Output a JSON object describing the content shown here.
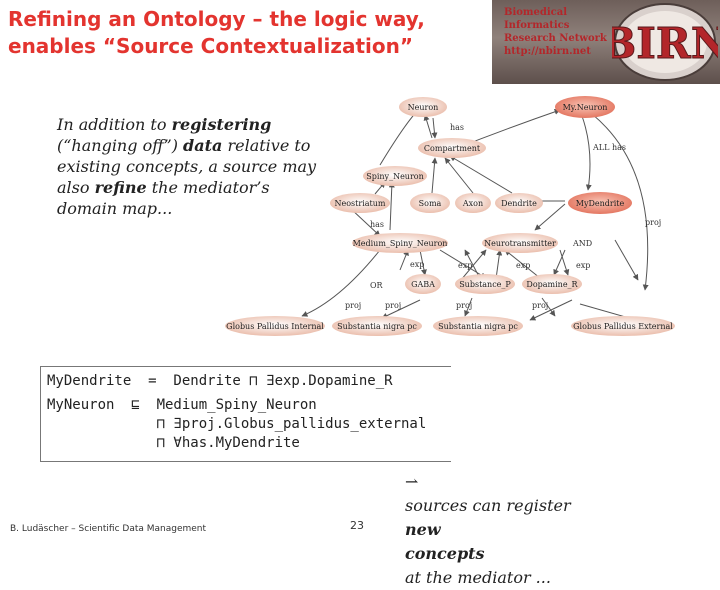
{
  "title": {
    "line1": "Refining an Ontology – the logic way,",
    "line2": "enables “Source Contextualization”"
  },
  "branding": {
    "line1": "Biomedical",
    "line2": "Informatics",
    "line3": "Research Network",
    "url": "http://nbirn.net",
    "logo_text": "BIRN"
  },
  "intro": {
    "p1": "In addition to",
    "p2": "registering",
    "p3": "(“hanging off”)",
    "p4": "data",
    "p5": "relative to existing concepts, a source may also",
    "p6": "refine",
    "p7": "the mediator’s domain map..."
  },
  "diagram": {
    "nodes": {
      "neuron": "Neuron",
      "my_neuron": "My.Neuron",
      "compartment": "Compartment",
      "spiny_neuron": "Spiny_Neuron",
      "neostriatum": "Neostriatum",
      "soma": "Soma",
      "axon": "Axon",
      "dendrite": "Dendrite",
      "my_dendrite": "MyDendrite",
      "medium_spiny_neuron": "Medium_Spiny_Neuron",
      "neurotransmitter": "Neurotransmitter",
      "gaba": "GABA",
      "substance_p": "Substance_P",
      "dopamine_r": "Dopamine_R",
      "gp_internal": "Globus  Pallidus  Internal",
      "snpc_1": "Substantia nigra pc",
      "snpc_2": "Substantia nigra pc",
      "gp_external": "Globus  Pallidus  External"
    },
    "labels": {
      "has1": "has",
      "all_has": "ALL has",
      "has2": "has",
      "and": "AND",
      "proj1": "proj",
      "or": "OR",
      "exp1": "exp",
      "exp2": "exp",
      "exp3": "exp",
      "exp4": "exp",
      "proj2": "proj",
      "proj3": "proj",
      "proj4": "proj",
      "proj5": "proj"
    }
  },
  "formulas": {
    "line1": "MyDendrite  =  Dendrite ⊓ ∃exp.Dopamine_R",
    "line2": "MyNeuron  ⊑  Medium_Spiny_Neuron",
    "line3": "             ⊓ ∃proj.Globus_pallidus_external",
    "line4": "             ⊓ ∀has.MyDendrite"
  },
  "note": {
    "arrow": "⇀",
    "t1": "sources can register",
    "t2": "new",
    "t3": "concepts",
    "t4": "at the mediator ..."
  },
  "footer": {
    "author": "B. Ludäscher – Scientific Data Management",
    "page": "23"
  },
  "colors": {
    "title": "#e3342f",
    "node_fill": "#f1d2c4",
    "node_highlight": "#e8826a"
  }
}
